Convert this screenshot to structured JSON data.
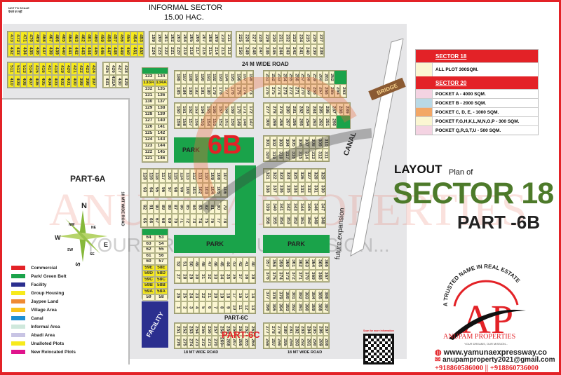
{
  "header": {
    "not_to_scale": "NOT TO SCALE",
    "not_to_scale_hindi": "पैमाने पर नहीं",
    "title": "INFORMAL SECTOR",
    "area": "15.00 HAC."
  },
  "roads": {
    "top": "24 M WIDE ROAD",
    "left": "18 MT WIDE ROAD",
    "bottom_left": "18 MT WIDE ROAD",
    "bottom_right": "18 MT WIDE ROAD"
  },
  "labels": {
    "part_6a": "PART-6A",
    "part_6b": "6B",
    "part_6c": "PART-6C",
    "part_6c_red": "PART-6C",
    "park": "PARK",
    "facility": "FACILITY",
    "canal": "CANAL",
    "future": "future expansion",
    "bridge": "BRIDGE"
  },
  "compass": {
    "n": "N",
    "s": "S",
    "e": "E",
    "w": "W",
    "ne": "NE",
    "nw": "NW",
    "se": "SE",
    "sw": "SW"
  },
  "title": {
    "layout": "LAYOUT",
    "plan_of": "Plan of",
    "sector": "SECTOR 18",
    "part": "PART -6B"
  },
  "watermark": {
    "brand": "ANUPAM PROPERTIES",
    "slogan": "YOUR DREAMS, OUR MISSION...",
    "arc": "A TRUSTED NAME IN REAL ESTATE"
  },
  "sector_table": {
    "sector18": "SECTOR 18",
    "sector18_rows": [
      {
        "label": "ALL PLOT  300SQM.",
        "color": "#fbf6d2"
      }
    ],
    "sector20": "SECTOR 20",
    "sector20_rows": [
      {
        "label": "POCKET A   - 4000 SQM.",
        "color": "#f4d3e2"
      },
      {
        "label": "POCKET B   - 2000 SQM.",
        "color": "#b9d9e6"
      },
      {
        "label": "POCKET C, D, E, - 1000 SQM.",
        "color": "#f3a766"
      },
      {
        "label": "POCKET   F,G,H,K,L,M,N,O,P  - 300 SQM.",
        "color": "#fbf6d2"
      },
      {
        "label": "POCKET Q,R,S,T,U  - 500 SQM.",
        "color": "#f4d3e2"
      }
    ]
  },
  "legend": [
    {
      "label": "Commercial",
      "color": "#e32227"
    },
    {
      "label": "Park/ Green Belt",
      "color": "#1aa34a"
    },
    {
      "label": "Facility",
      "color": "#2b2f8f"
    },
    {
      "label": "Group Housing",
      "color": "#f7ea1c"
    },
    {
      "label": "Jaypee Land",
      "color": "#ef8a33"
    },
    {
      "label": "Village Area",
      "color": "#f8c41c"
    },
    {
      "label": "Canal",
      "color": "#1e90d4"
    },
    {
      "label": "Informal Area",
      "color": "#cfe8dc"
    },
    {
      "label": "Abadi Area",
      "color": "#c8c4e4"
    },
    {
      "label": "Unalloted Plots",
      "color": "#f7ea1c"
    },
    {
      "label": "New Relocated Plots",
      "color": "#e0138c"
    }
  ],
  "brand": {
    "tagline": "A TRUSTED NAME IN REAL ESTATE",
    "logo": "AP",
    "name": "ANUPAM PROPERTIES",
    "slogan": "YOUR DREAMS, OUR MISSION...",
    "website": "www.yamunaexpressway.co",
    "email": "anupamproperty2021@gmail.com",
    "phones": "+918860586000 || +918860736000",
    "qr_caption": "Scan for more information"
  },
  "blocks": {
    "A": {
      "top_range": [
        473,
        453
      ],
      "bottom_range": [
        432,
        452
      ],
      "yellow": true
    },
    "B": {
      "top": [
        511,
        512,
        513,
        514,
        415,
        416,
        417,
        418,
        419,
        420,
        421,
        422,
        423,
        424
      ],
      "bottom_range": [
        410,
        397
      ],
      "yellow": true
    },
    "C": {
      "top": [
        425,
        426,
        427,
        428
      ],
      "bottom": [
        431,
        "431A",
        430,
        429
      ]
    },
    "D": {
      "top_range": [
        199,
        211
      ],
      "bottom_range": [
        224,
        212
      ]
    },
    "E": {
      "top_range": [
        225,
        237
      ],
      "bottom_range": [
        250,
        238
      ]
    },
    "G": {
      "top_range": [
        186,
        198
      ],
      "bottom_range": [
        185,
        173
      ]
    },
    "H": {
      "top_range": [
        251,
        262
      ],
      "bottom_range": [
        276,
        263
      ],
      "green_top_end": true
    },
    "I": {
      "top_range": [
        160,
        172
      ],
      "bottom_range": [
        159,
        147
      ]
    },
    "J": {
      "top_range": [
        277,
        289
      ],
      "bottom_range": [
        300,
        290
      ],
      "green_bottom_end": true
    },
    "K": {
      "top_range": [
        301,
        310
      ],
      "bottom_range": [
        320,
        311
      ]
    },
    "L": {
      "top_range": [
        120,
        107
      ],
      "bottom_range": [
        93,
        106
      ]
    },
    "M": {
      "top_range": [
        321,
        329
      ],
      "bottom_range": [
        338,
        330
      ]
    },
    "N": {
      "top_range": [
        92,
        79
      ],
      "bottom_range": [
        65,
        78
      ]
    },
    "O": {
      "top_range": [
        339,
        347
      ],
      "bottom_range": [
        356,
        348
      ]
    },
    "Q": {
      "top_range": [
        52,
        40
      ],
      "bottom_range": [
        27,
        39
      ]
    },
    "R": {
      "top_range": [
        357,
        366
      ],
      "bottom_range": [
        376,
        367
      ]
    },
    "S": {
      "top_range": [
        26,
        14
      ],
      "bottom_range": [
        1,
        13
      ]
    },
    "T": {
      "top_range": [
        377,
        386
      ],
      "bottom_range": [
        396,
        387
      ]
    },
    "U": {
      "top_range": [
        251,
        263
      ],
      "bottom": [
        276,
        275,
        274,
        273,
        272,
        271,
        270,
        "269+",
        268,
        267,
        266,
        265,
        264
      ]
    },
    "V": {
      "top_range": [
        277,
        287
      ],
      "bottom_range": [
        298,
        288
      ]
    }
  },
  "pair_blocks": {
    "F": [
      [
        133,
        134
      ],
      [
        "133A",
        "134A"
      ],
      [
        132,
        135
      ],
      [
        131,
        136
      ],
      [
        130,
        137
      ],
      [
        129,
        138
      ],
      [
        128,
        139
      ],
      [
        127,
        140
      ],
      [
        126,
        141
      ],
      [
        125,
        142
      ],
      [
        124,
        143
      ],
      [
        123,
        144
      ],
      [
        122,
        145
      ],
      [
        121,
        146
      ]
    ],
    "P": [
      [
        64,
        53
      ],
      [
        63,
        54
      ],
      [
        62,
        55
      ],
      [
        61,
        56
      ],
      [
        60,
        57
      ],
      [
        "59E",
        "58E"
      ],
      [
        "59D",
        "58D"
      ],
      [
        "59C",
        "58C"
      ],
      [
        "59B",
        "58B"
      ],
      [
        "59A",
        "58A"
      ],
      [
        59,
        58
      ]
    ]
  },
  "pair_yellow": {
    "F": [
      "133A"
    ],
    "P": [
      "59E",
      "59D",
      "59C",
      "59B",
      "59A"
    ]
  }
}
